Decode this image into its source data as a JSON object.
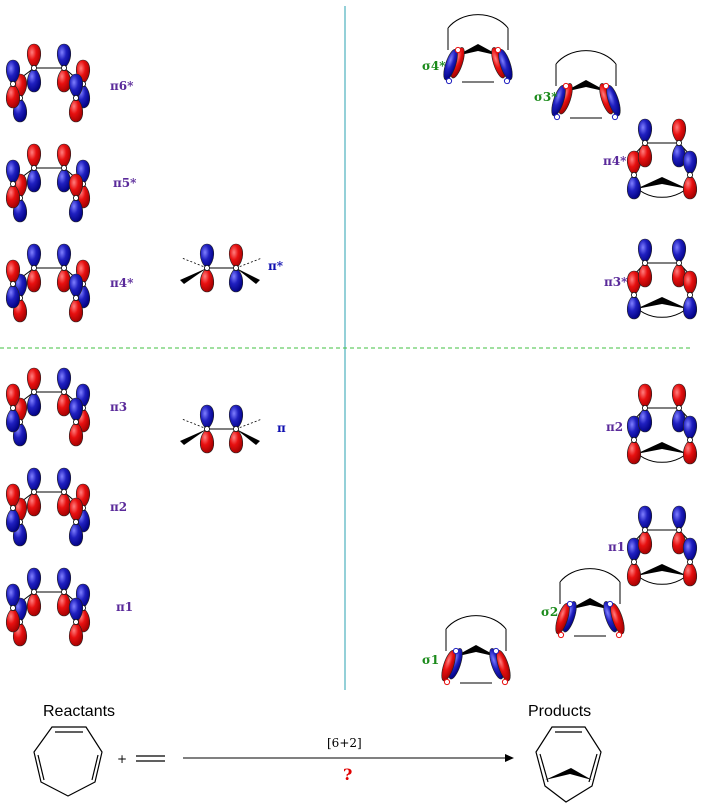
{
  "colors": {
    "lobe_red": "#e81010",
    "lobe_blue": "#2020c0",
    "label_purple": "#5a2a9a",
    "label_green": "#1a8a1a",
    "label_pi_blue": "#1010b0",
    "axis_teal": "#2aa0b0",
    "divider_green": "#40c040",
    "question_red": "#e00000"
  },
  "reactant_labels": {
    "pi6star": "π6*",
    "pi5star": "π5*",
    "pi4star": "π4*",
    "pi3": "π3",
    "pi2": "π2",
    "pi1": "π1"
  },
  "ethylene_labels": {
    "pistar": "π*",
    "pi": "π"
  },
  "product_labels": {
    "sigma4star": "σ4*",
    "sigma3star": "σ3*",
    "pi4star": "π4*",
    "pi3star": "π3*",
    "pi2": "π2",
    "pi1": "π1",
    "sigma2": "σ2",
    "sigma1": "σ1"
  },
  "captions": {
    "reactants": "Reactants",
    "products": "Products",
    "reaction_type": "[6+2]",
    "plus": "+",
    "question": "?"
  }
}
